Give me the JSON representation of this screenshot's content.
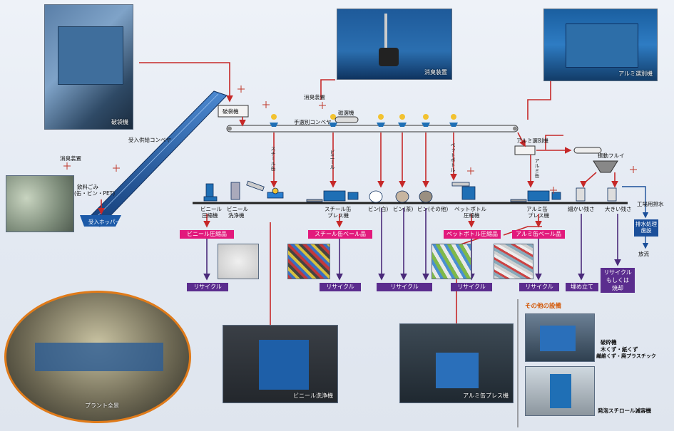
{
  "photos": {
    "bag_breaker": "破袋機",
    "deodorizer": "消臭装置",
    "aluminum_sorter": "アルミ選別機",
    "plant_overview": "プラント全景",
    "vinyl_washer": "ビニール洗浄機",
    "aluminum_press": "アルミ缶プレス機"
  },
  "labels": {
    "deodorizer_top": "消臭装置",
    "deodorizer_left": "消臭装置",
    "bag_breaker": "破袋機",
    "magnet": "磁選機",
    "hand_conveyor": "手選別コンベヤ",
    "aluminum_sorter": "アルミ選別機",
    "vibrating_sieve": "振動フルイ",
    "infeed_conveyor": "受入供給コンベヤ",
    "input_line1": "飲料ごみ",
    "input_line2": "(缶・ビン・PET)",
    "hopper": "受入ホッパー",
    "vinyl_press1": "ビニール",
    "vinyl_press2": "圧縮機",
    "vinyl_wash1": "ビニール",
    "vinyl_wash2": "洗浄機",
    "steel_press1": "スチール缶",
    "steel_press2": "プレス機",
    "bottle_white": "ビン(白)",
    "bottle_brown": "ビン(茶)",
    "bottle_other": "ビン(その他)",
    "pet_press1": "ペットボトル",
    "pet_press2": "圧縮機",
    "alu_press1": "アルミ缶",
    "alu_press2": "プレス機",
    "fine_residue": "細かい残さ",
    "large_residue": "大きい残さ",
    "wastewater": "工場用排水",
    "v_steel": "スチール缶",
    "v_vinyl": "ビニール",
    "v_pet": "ペットボトル",
    "v_alu": "アルミ缶"
  },
  "products": {
    "vinyl": "ビニール圧縮品",
    "steel": "スチール缶ベール品",
    "pet": "ペットボトル圧縮品",
    "alu": "アルミ缶ベール品"
  },
  "outputs": {
    "recycle1": "リサイクル",
    "recycle2": "リサイクル",
    "recycle3": "リサイクル",
    "recycle4": "リサイクル",
    "recycle5": "リサイクル",
    "landfill": "埋め立て",
    "recycle_or1": "リサイクル",
    "recycle_or2": "もしくは",
    "recycle_or3": "焼却",
    "drain_treat1": "排水処理",
    "drain_treat2": "施設",
    "discharge": "放流"
  },
  "other": {
    "heading": "その他の設備",
    "crusher1": "破砕機",
    "crusher2": "木くず・紙くず",
    "crusher3": "繊維くず・廃プラスチック",
    "styro": "発泡スチロール減容機"
  },
  "colors": {
    "arrow_red": "#c62828",
    "arrow_purple": "#4a2a7a",
    "conveyor": "#1c5aa8",
    "machine": "#1f6fb5"
  }
}
